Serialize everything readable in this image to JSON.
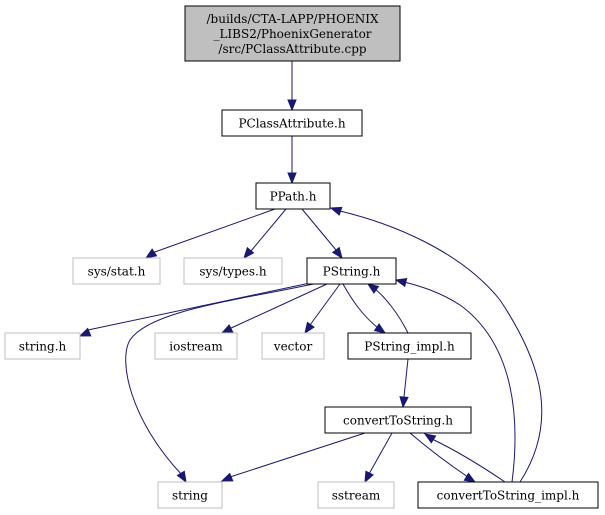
{
  "graph": {
    "nodes": [
      {
        "id": "main",
        "label_lines": [
          "/builds/CTA-LAPP/PHOENIX",
          "_LIBS2/PhoenixGenerator",
          "/src/PClassAttribute.cpp"
        ],
        "kind": "main"
      },
      {
        "id": "pclassattribute_h",
        "label_lines": [
          "PClassAttribute.h"
        ],
        "kind": "internal"
      },
      {
        "id": "ppath_h",
        "label_lines": [
          "PPath.h"
        ],
        "kind": "internal"
      },
      {
        "id": "sys_stat_h",
        "label_lines": [
          "sys/stat.h"
        ],
        "kind": "external"
      },
      {
        "id": "sys_types_h",
        "label_lines": [
          "sys/types.h"
        ],
        "kind": "external"
      },
      {
        "id": "pstring_h",
        "label_lines": [
          "PString.h"
        ],
        "kind": "internal"
      },
      {
        "id": "string_h",
        "label_lines": [
          "string.h"
        ],
        "kind": "external"
      },
      {
        "id": "iostream",
        "label_lines": [
          "iostream"
        ],
        "kind": "external"
      },
      {
        "id": "vector",
        "label_lines": [
          "vector"
        ],
        "kind": "external"
      },
      {
        "id": "pstring_impl_h",
        "label_lines": [
          "PString_impl.h"
        ],
        "kind": "internal"
      },
      {
        "id": "converttostring_h",
        "label_lines": [
          "convertToString.h"
        ],
        "kind": "internal"
      },
      {
        "id": "string",
        "label_lines": [
          "string"
        ],
        "kind": "external"
      },
      {
        "id": "sstream",
        "label_lines": [
          "sstream"
        ],
        "kind": "external"
      },
      {
        "id": "converttostring_impl_h",
        "label_lines": [
          "convertToString_impl.h"
        ],
        "kind": "internal"
      }
    ],
    "edges": [
      {
        "from": "main",
        "to": "pclassattribute_h"
      },
      {
        "from": "pclassattribute_h",
        "to": "ppath_h"
      },
      {
        "from": "ppath_h",
        "to": "sys_stat_h"
      },
      {
        "from": "ppath_h",
        "to": "sys_types_h"
      },
      {
        "from": "ppath_h",
        "to": "pstring_h"
      },
      {
        "from": "pstring_h",
        "to": "string_h"
      },
      {
        "from": "pstring_h",
        "to": "iostream"
      },
      {
        "from": "pstring_h",
        "to": "vector"
      },
      {
        "from": "pstring_h",
        "to": "string"
      },
      {
        "from": "pstring_h",
        "to": "pstring_impl_h"
      },
      {
        "from": "pstring_impl_h",
        "to": "pstring_h"
      },
      {
        "from": "pstring_impl_h",
        "to": "converttostring_h"
      },
      {
        "from": "converttostring_h",
        "to": "string"
      },
      {
        "from": "converttostring_h",
        "to": "sstream"
      },
      {
        "from": "converttostring_h",
        "to": "converttostring_impl_h"
      },
      {
        "from": "converttostring_impl_h",
        "to": "converttostring_h"
      },
      {
        "from": "converttostring_impl_h",
        "to": "pstring_h"
      },
      {
        "from": "converttostring_impl_h",
        "to": "ppath_h"
      }
    ],
    "colors": {
      "edge": "#191970",
      "main_fill": "#bfbfbf",
      "internal_border": "#000000",
      "external_border": "#bfbfbf"
    }
  }
}
